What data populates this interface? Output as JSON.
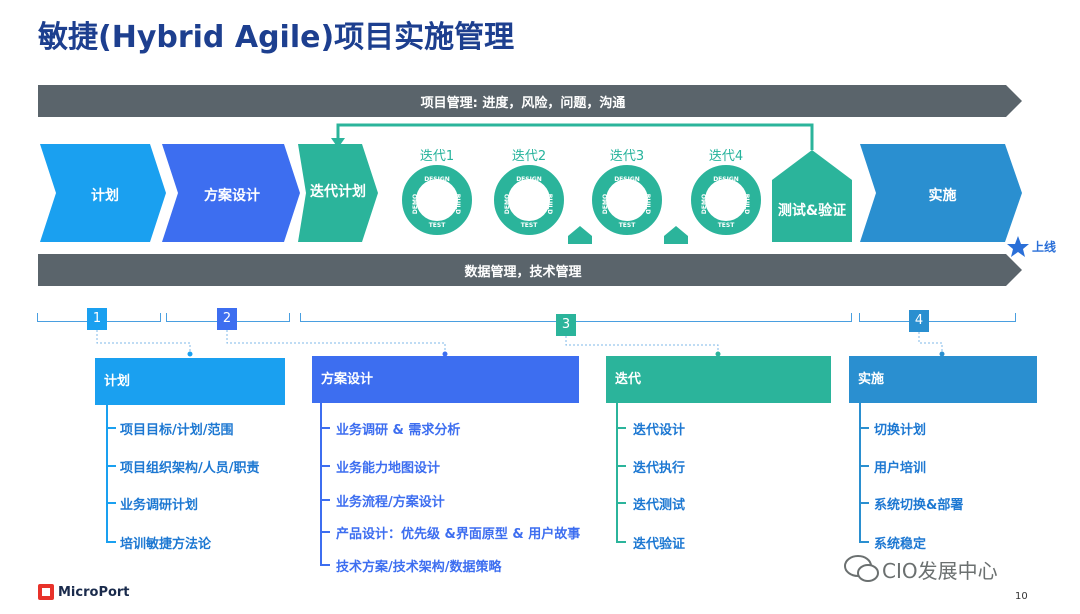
{
  "title": "敏捷(Hybrid Agile)项目实施管理",
  "top_band": "项目管理: 进度，风险，问题，沟通",
  "bottom_band": "数据管理，技术管理",
  "phases": {
    "plan": "计划",
    "design": "方案设计",
    "iter_plan": "迭代计划",
    "test": "测试&验证",
    "impl": "实施"
  },
  "iterations": [
    "迭代1",
    "迭代2",
    "迭代3",
    "迭代4"
  ],
  "cycle_words": [
    "DESIGN",
    "BUILD",
    "TEST",
    "DEMO"
  ],
  "golive": "上线",
  "numbers": [
    "1",
    "2",
    "3",
    "4"
  ],
  "sections": [
    {
      "header": "计划",
      "items": [
        "项目目标/计划/范围",
        "项目组织架构/人员/职责",
        "业务调研计划",
        "培训敏捷方法论"
      ]
    },
    {
      "header": "方案设计",
      "items": [
        "业务调研 & 需求分析",
        "业务能力地图设计",
        "业务流程/方案设计",
        "产品设计：优先级 &界面原型 & 用户故事",
        "技术方案/技术架构/数据策略"
      ]
    },
    {
      "header": "迭代",
      "items": [
        "迭代设计",
        "迭代执行",
        "迭代测试",
        "迭代验证"
      ]
    },
    {
      "header": "实施",
      "items": [
        "切换计划",
        "用户培训",
        "系统切换&部署",
        "系统稳定"
      ]
    }
  ],
  "logo": "MicroPort",
  "watermark": "CIO发展中心",
  "page_number": "10",
  "colors": {
    "title": "#1d3f8f",
    "band": "#5a646b",
    "plan": "#1aa0f0",
    "design": "#3d6ef0",
    "teal": "#2bb49b",
    "impl": "#2a8fd0",
    "item_blue": "#1d78d2"
  }
}
